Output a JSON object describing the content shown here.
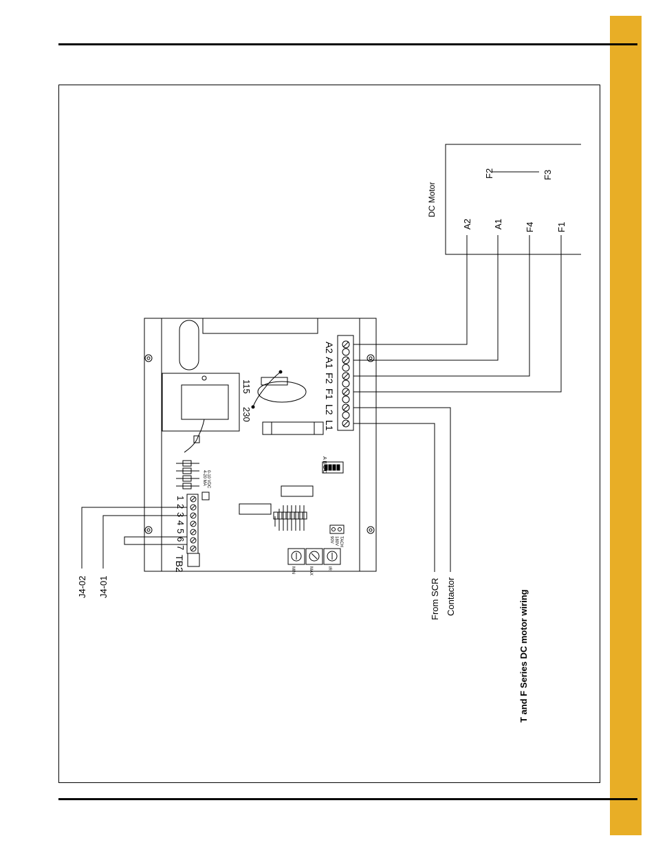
{
  "caption": "T and F Series DC motor wiring",
  "motor": {
    "title": "DC Motor",
    "terminals": [
      "A2",
      "A1",
      "F4",
      "F1"
    ],
    "field_link": [
      "F2",
      "F3"
    ]
  },
  "board": {
    "right_terminals": [
      "A2",
      "A1",
      "F2",
      "F1",
      "L2",
      "L1"
    ],
    "tb2_label": "TB2",
    "tb2_terminals": [
      "1",
      "2",
      "3",
      "4",
      "5",
      "6",
      "7"
    ],
    "voltage_115": "115",
    "voltage_230": "230",
    "pots": [
      "MIN",
      "MAX",
      "IR"
    ],
    "jumper_abcd": "A B C D",
    "tach_180v": "180V",
    "tach_90v": "90V",
    "tach_label": "TACH",
    "signal_vdc": "0-10 VDC",
    "signal_ma": "4-20 MA"
  },
  "connections": {
    "j4_02": "J4-02",
    "j4_01": "J4-01",
    "from_scr": "From SCR",
    "contactor": "Contactor"
  },
  "colors": {
    "accent_tab": "#e8ae26"
  }
}
